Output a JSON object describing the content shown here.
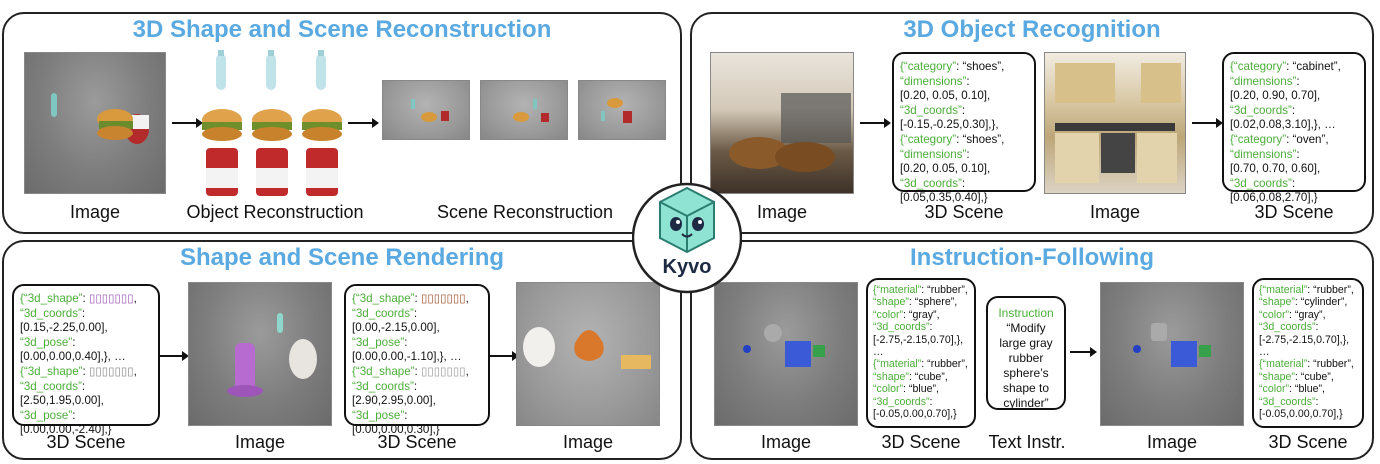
{
  "panels": {
    "recon": {
      "title": "3D Shape and Scene Reconstruction",
      "captions": {
        "image": "Image",
        "object": "Object Reconstruction",
        "scene": "Scene Reconstruction"
      }
    },
    "recog": {
      "title": "3D Object Recognition",
      "captions": {
        "image1": "Image",
        "scene1": "3D Scene",
        "image2": "Image",
        "scene2": "3D Scene"
      },
      "code1": [
        [
          [
            "k",
            "{“category”"
          ],
          [
            "t",
            ": “shoes”,"
          ]
        ],
        [
          [
            "k",
            "“dimensions”"
          ],
          [
            "t",
            ":"
          ]
        ],
        [
          [
            "t",
            "[0.20, 0.05, 0.10],"
          ]
        ],
        [
          [
            "k",
            "“3d_coords”"
          ],
          [
            "t",
            ":"
          ]
        ],
        [
          [
            "t",
            "[-0.15,-0.25,0.30],},"
          ]
        ],
        [
          [
            "k",
            "{“category”"
          ],
          [
            "t",
            ": “shoes”,"
          ]
        ],
        [
          [
            "k",
            "“dimensions”"
          ],
          [
            "t",
            ":"
          ]
        ],
        [
          [
            "t",
            "[0.20, 0.05, 0.10],"
          ]
        ],
        [
          [
            "k",
            "“3d_coords”"
          ],
          [
            "t",
            ":"
          ]
        ],
        [
          [
            "t",
            "[0.05,0.35,0.40],}"
          ]
        ]
      ],
      "code2": [
        [
          [
            "k",
            "{“category”"
          ],
          [
            "t",
            ": “cabinet”,"
          ]
        ],
        [
          [
            "k",
            "“dimensions”"
          ],
          [
            "t",
            ":"
          ]
        ],
        [
          [
            "t",
            "[0.20, 0.90, 0.70],"
          ]
        ],
        [
          [
            "k",
            "“3d_coords”"
          ],
          [
            "t",
            ":"
          ]
        ],
        [
          [
            "t",
            "[0.02,0.08,3.10],}, …"
          ]
        ],
        [
          [
            "k",
            "{“category”"
          ],
          [
            "t",
            ": “oven”,"
          ]
        ],
        [
          [
            "k",
            "“dimensions”"
          ],
          [
            "t",
            ":"
          ]
        ],
        [
          [
            "t",
            "[0.70, 0.70, 0.60],"
          ]
        ],
        [
          [
            "k",
            "“3d_coords”"
          ],
          [
            "t",
            ":"
          ]
        ],
        [
          [
            "t",
            "[0.06,0.08,2.70],}"
          ]
        ]
      ]
    },
    "render": {
      "title": "Shape and Scene Rendering",
      "captions": {
        "scene1": "3D Scene",
        "image1": "Image",
        "scene2": "3D Scene",
        "image2": "Image"
      },
      "code1": [
        [
          [
            "k",
            "{“3d_shape”"
          ],
          [
            "t",
            ": "
          ],
          [
            "s1",
            "▯▯▯▯▯▯▯"
          ],
          [
            "t",
            ","
          ]
        ],
        [
          [
            "k",
            "“3d_coords”"
          ],
          [
            "t",
            ":"
          ]
        ],
        [
          [
            "t",
            "[0.15,-2.25,0.00],"
          ]
        ],
        [
          [
            "k",
            "“3d_pose”"
          ],
          [
            "t",
            ":"
          ]
        ],
        [
          [
            "t",
            "[0.00,0.00,0.40],}, …"
          ]
        ],
        [
          [
            "k",
            "{“3d_shape”"
          ],
          [
            "t",
            ": "
          ],
          [
            "s2",
            "▯▯▯▯▯▯▯"
          ],
          [
            "t",
            ","
          ]
        ],
        [
          [
            "k",
            "“3d_coords”"
          ],
          [
            "t",
            ":"
          ]
        ],
        [
          [
            "t",
            "[2.50,1.95,0.00],"
          ]
        ],
        [
          [
            "k",
            "“3d_pose”"
          ],
          [
            "t",
            ":"
          ]
        ],
        [
          [
            "t",
            "[0.00,0.00,-2.40],}"
          ]
        ]
      ],
      "code2": [
        [
          [
            "k",
            "{“3d_shape”"
          ],
          [
            "t",
            ": "
          ],
          [
            "s3",
            "▯▯▯▯▯▯▯"
          ],
          [
            "t",
            ","
          ]
        ],
        [
          [
            "k",
            "“3d_coords”"
          ],
          [
            "t",
            ":"
          ]
        ],
        [
          [
            "t",
            "[0.00,-2.15,0.00],"
          ]
        ],
        [
          [
            "k",
            "“3d_pose”"
          ],
          [
            "t",
            ":"
          ]
        ],
        [
          [
            "t",
            "[0.00,0.00,-1.10],}, …"
          ]
        ],
        [
          [
            "k",
            "{“3d_shape”"
          ],
          [
            "t",
            ": "
          ],
          [
            "s4",
            "▯▯▯▯▯▯▯"
          ],
          [
            "t",
            ","
          ]
        ],
        [
          [
            "k",
            "“3d_coords”"
          ],
          [
            "t",
            ":"
          ]
        ],
        [
          [
            "t",
            "[2.90,2.95,0.00],"
          ]
        ],
        [
          [
            "k",
            "“3d_pose”"
          ],
          [
            "t",
            ":"
          ]
        ],
        [
          [
            "t",
            "[0.00,0.00,0.30],}"
          ]
        ]
      ]
    },
    "instr": {
      "title": "Instruction-Following",
      "captions": {
        "image1": "Image",
        "scene1": "3D Scene",
        "text": "Text Instr.",
        "image2": "Image",
        "scene2": "3D Scene"
      },
      "instruction_label": "Instruction",
      "instruction_text": "“Modify\nlarge gray\nrubber\nsphere’s\nshape to\ncylinder”",
      "code1": [
        [
          [
            "k",
            "{“material”"
          ],
          [
            "t",
            ": “rubber”,"
          ]
        ],
        [
          [
            "k",
            "“shape”"
          ],
          [
            "t",
            ": “sphere”,"
          ]
        ],
        [
          [
            "k",
            "“color”"
          ],
          [
            "t",
            ": “gray”,"
          ]
        ],
        [
          [
            "k",
            "“3d_coords”"
          ],
          [
            "t",
            ":"
          ]
        ],
        [
          [
            "t",
            "[-2.75,-2.15,0.70],},"
          ]
        ],
        [
          [
            "t",
            "…"
          ]
        ],
        [
          [
            "k",
            "{“material”"
          ],
          [
            "t",
            ": “rubber”,"
          ]
        ],
        [
          [
            "k",
            "“shape”"
          ],
          [
            "t",
            ": “cube”,"
          ]
        ],
        [
          [
            "k",
            "“color”"
          ],
          [
            "t",
            ": “blue”,"
          ]
        ],
        [
          [
            "k",
            "“3d_coords”"
          ],
          [
            "t",
            ":"
          ]
        ],
        [
          [
            "t",
            "[-0.05,0.00,0.70],}"
          ]
        ]
      ],
      "code2": [
        [
          [
            "k",
            "{“material”"
          ],
          [
            "t",
            ": “rubber”,"
          ]
        ],
        [
          [
            "k",
            "“shape”"
          ],
          [
            "t",
            ": “cylinder”,"
          ]
        ],
        [
          [
            "k",
            "“color”"
          ],
          [
            "t",
            ": “gray”,"
          ]
        ],
        [
          [
            "k",
            "“3d_coords”"
          ],
          [
            "t",
            ":"
          ]
        ],
        [
          [
            "t",
            "[-2.75,-2.15,0.70],},"
          ]
        ],
        [
          [
            "t",
            "…"
          ]
        ],
        [
          [
            "k",
            "{“material”"
          ],
          [
            "t",
            ": “rubber”,"
          ]
        ],
        [
          [
            "k",
            "“shape”"
          ],
          [
            "t",
            ": “cube”,"
          ]
        ],
        [
          [
            "k",
            "“color”"
          ],
          [
            "t",
            ": “blue”,"
          ]
        ],
        [
          [
            "k",
            "“3d_coords”"
          ],
          [
            "t",
            ":"
          ]
        ],
        [
          [
            "t",
            "[-0.05,0.00,0.70],}"
          ]
        ]
      ]
    }
  },
  "logo": {
    "text": "Kyvo"
  },
  "colors": {
    "title": "#5aa9e0",
    "key": "#4cae3a",
    "shape_token_1": "#9b59b6",
    "shape_token_2": "#888888",
    "shape_token_3": "#a0522d",
    "shape_token_4": "#999999"
  }
}
